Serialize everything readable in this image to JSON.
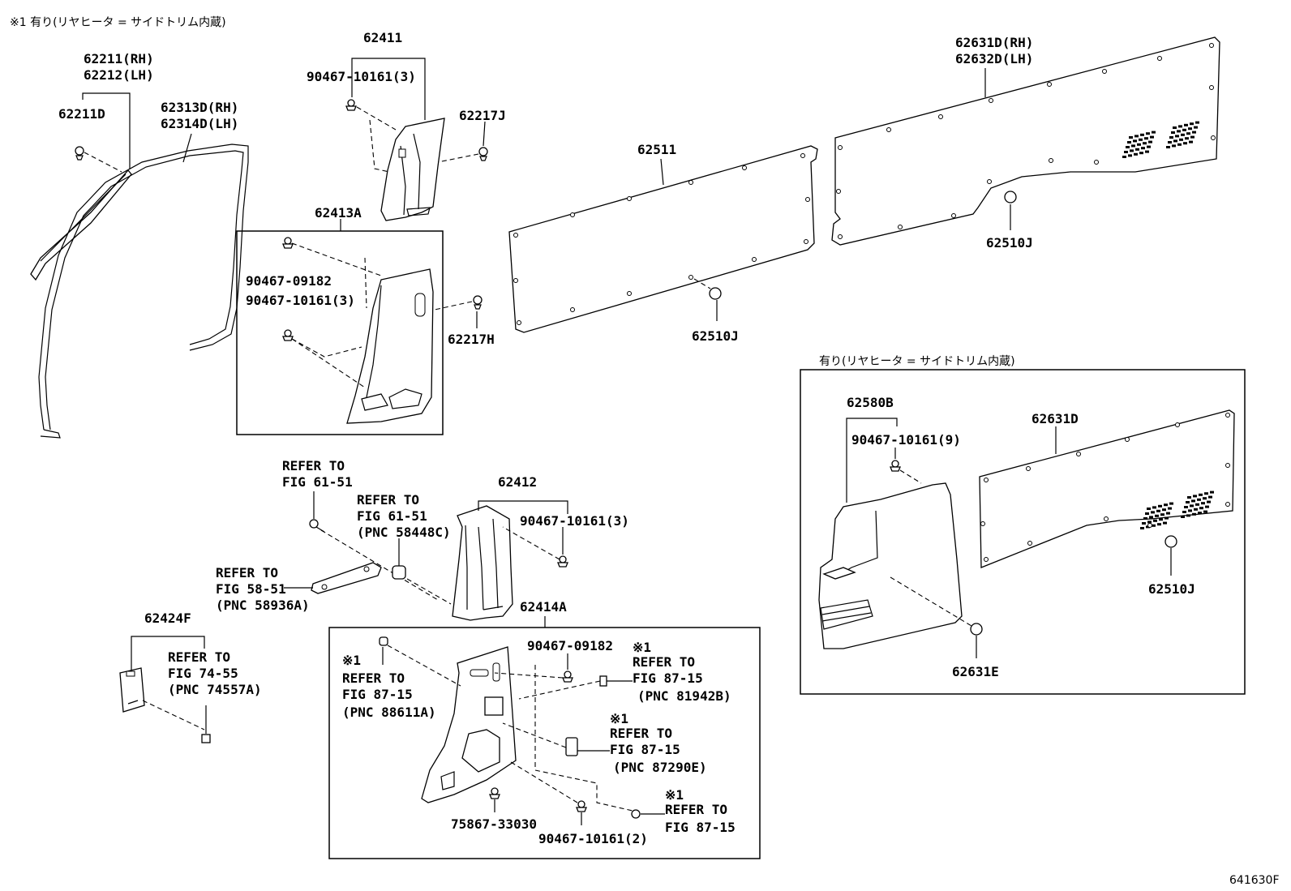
{
  "notes": {
    "top_left": "※1 有り(リヤヒータ = サイドトリム内蔵)",
    "right_box": "有り(リヤヒータ = サイドトリム内蔵)"
  },
  "figure_number": "641630F",
  "labels": {
    "p62211": "62211(RH)",
    "p62212": "62212(LH)",
    "p62211D": "62211D",
    "p62313D": "62313D(RH)",
    "p62314D": "62314D(LH)",
    "p62411": "62411",
    "s90467_10161_3a": "90467-10161(3)",
    "p62217J": "62217J",
    "p62413A": "62413A",
    "s90467_09182a": "90467-09182",
    "s90467_10161_3b": "90467-10161(3)",
    "p62217H": "62217H",
    "p62511": "62511",
    "p62510J_a": "62510J",
    "p62631D_rh": "62631D(RH)",
    "p62632D_lh": "62632D(LH)",
    "p62510J_b": "62510J",
    "ref1_a": "REFER TO",
    "ref1_b": "FIG 61-51",
    "ref2_a": "REFER TO",
    "ref2_b": "FIG 61-51",
    "ref2_c": "(PNC 58448C)",
    "p62412": "62412",
    "s90467_10161_3c": "90467-10161(3)",
    "ref3_a": "REFER TO",
    "ref3_b": "FIG 58-51",
    "ref3_c": "(PNC 58936A)",
    "p62414A": "62414A",
    "p62424F": "62424F",
    "ref4_a": "REFER TO",
    "ref4_b": "FIG 74-55",
    "ref4_c": "(PNC 74557A)",
    "ref5_mark": "※1",
    "ref5_a": "REFER TO",
    "ref5_b": "FIG 87-15",
    "ref5_c": "(PNC 88611A)",
    "s90467_09182b": "90467-09182",
    "ref6_mark": "※1",
    "ref6_a": "REFER TO",
    "ref6_b": "FIG 87-15",
    "ref6_c": "(PNC 81942B)",
    "ref7_mark": "※1",
    "ref7_a": "REFER TO",
    "ref7_b": "FIG 87-15",
    "ref7_c": "(PNC 87290E)",
    "ref8_mark": "※1",
    "ref8_a": "REFER TO",
    "ref8_b": "FIG 87-15",
    "s75867_33030": "75867-33030",
    "s90467_10161_2": "90467-10161(2)",
    "p62580B": "62580B",
    "s90467_10161_9": "90467-10161(9)",
    "p62631D": "62631D",
    "p62510J_c": "62510J",
    "p62631E": "62631E"
  }
}
